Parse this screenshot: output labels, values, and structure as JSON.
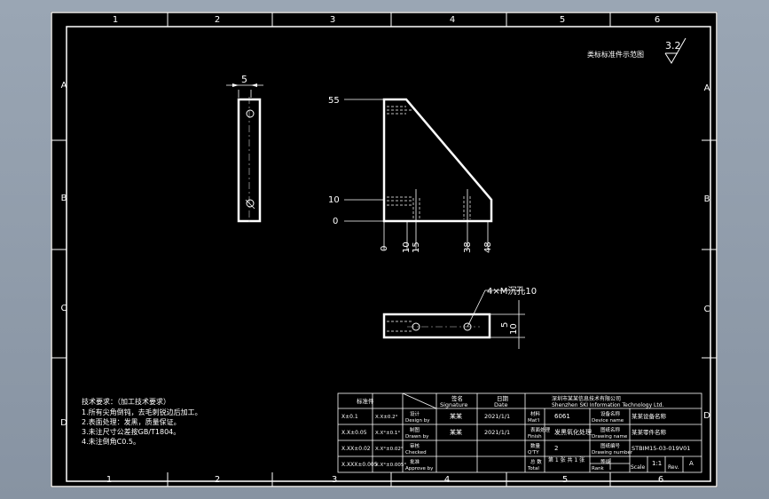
{
  "drawing": {
    "zone_columns": [
      "1",
      "2",
      "3",
      "4",
      "5",
      "6"
    ],
    "zone_rows": [
      "A",
      "B",
      "C",
      "D"
    ],
    "part_title": "类标标准件示范图",
    "surface_finish": "3.2",
    "views": {
      "side": {
        "dim_width": "5"
      },
      "front": {
        "dim_left": [
          "55",
          "10",
          "0"
        ],
        "dim_bottom": [
          "0",
          "10",
          "15",
          "38",
          "48"
        ]
      },
      "bottom": {
        "hole_callout": "4×M沉孔10",
        "dim_right": [
          "5",
          "10"
        ]
      }
    },
    "technical_requirements": {
      "heading": "技术要求：（加工技术要求）",
      "lines": [
        "1.所有尖角倒钝，去毛刺锐边后加工。",
        "2.表面处理：发黑，质量保证。",
        "3.未注尺寸公差按GB/T1804。",
        "4.未注倒角C0.5。"
      ]
    },
    "title_block": {
      "col_signature": "Signature",
      "col_signature_cn": "签名",
      "col_date": "Date",
      "col_date_cn": "日期",
      "company_cn": "深圳市某某信息技术有限公司",
      "company_en": "Shenzhen SKI Information Technology Ltd.",
      "header_left": "标准件",
      "rows": [
        {
          "code": "X±0.1",
          "tol": "X.X±0.2°",
          "role_cn": "设计",
          "role_en": "Design by",
          "sign": "某某",
          "date": "2021/1/1",
          "field_cn": "材料",
          "field_en": "Mat'l",
          "value": "6061",
          "field2_cn": "设备名称",
          "field2_en": "Device name",
          "value2": "某某设备名称"
        },
        {
          "code": "X.X±0.05",
          "tol": "X.X°±0.1°",
          "role_cn": "制图",
          "role_en": "Drawn by",
          "sign": "某某",
          "date": "2021/1/1",
          "field_cn": "表面处理",
          "field_en": "Finish",
          "value": "发黑氧化处理",
          "field2_cn": "图纸名称",
          "field2_en": "Drawing name",
          "value2": "某某零件名称"
        },
        {
          "code": "X.XX±0.02",
          "tol": "X.X°±0.02°",
          "role_cn": "审核",
          "role_en": "Checked",
          "sign": "",
          "date": "",
          "field_cn": "数量",
          "field_en": "Q'TY",
          "value": "2",
          "field2_cn": "图纸编号",
          "field2_en": "Drawing number",
          "value2": "STBIM15-03-019V01"
        },
        {
          "code": "X.XXX±0.005",
          "tol": "X.X°±0.005°",
          "role_cn": "批准",
          "role_en": "Approve by",
          "sign": "",
          "date": "",
          "field_cn": "总 数",
          "field_en": "Total",
          "value": "",
          "field2_cn": "等级",
          "field2_en": "Rank",
          "value2": ""
        }
      ],
      "sheet_label": "第 1 张 共 1 张",
      "scale_label": "Scale",
      "scale_value": "1:1",
      "rev_label": "Rev.",
      "rev_value": "A"
    }
  },
  "colors": {
    "line": "#ffffff",
    "thin": "#dcdcdc",
    "background": "#000000",
    "desktop": "#8f9baa"
  }
}
